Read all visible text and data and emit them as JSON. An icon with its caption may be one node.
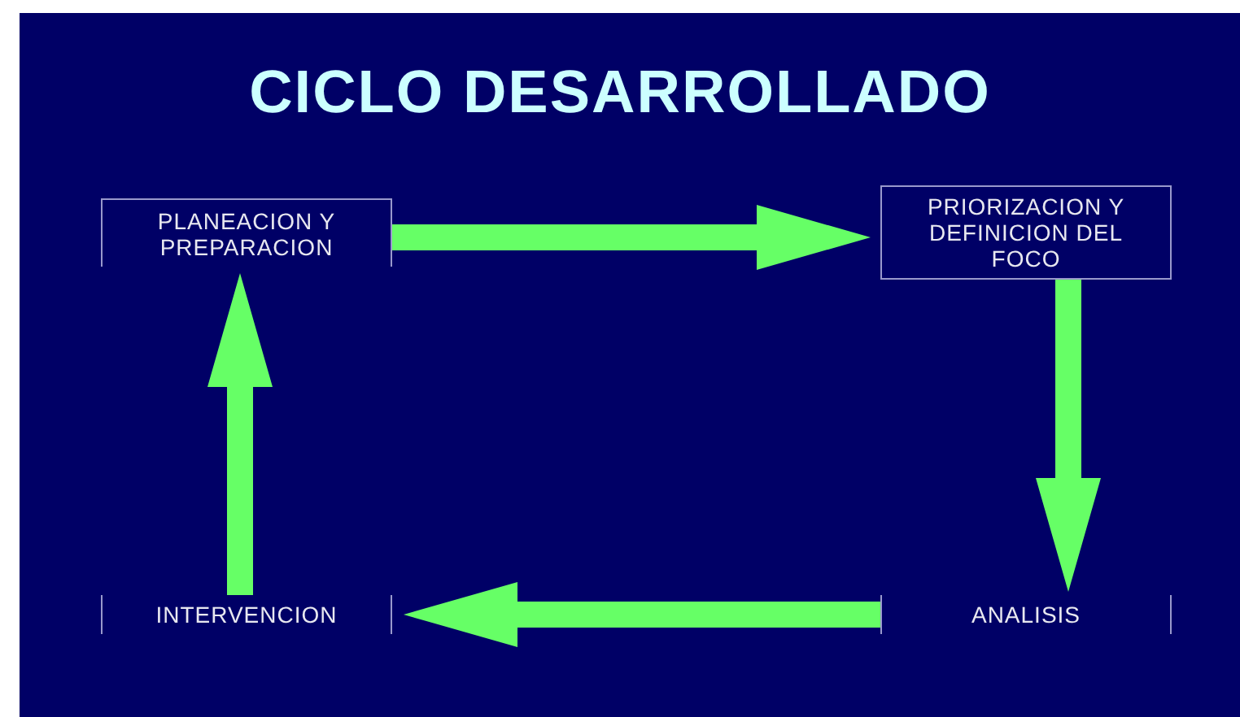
{
  "diagram": {
    "title": "CICLO DESARROLLADO",
    "nodes": [
      {
        "text": [
          "PLANEACION Y PREPARACION"
        ]
      },
      {
        "text": [
          "PRIORIZACION Y DEFINICION DEL FOCO"
        ]
      },
      {
        "text": [
          "ANALISIS"
        ]
      },
      {
        "text": [
          "INTERVENCION"
        ]
      }
    ],
    "edges": [
      {
        "from": 0,
        "to": 1,
        "arrow": "to"
      },
      {
        "from": 1,
        "to": 2,
        "arrow": "to"
      },
      {
        "from": 2,
        "to": 3,
        "arrow": "to"
      },
      {
        "from": 3,
        "to": 0,
        "arrow": "to"
      }
    ]
  }
}
